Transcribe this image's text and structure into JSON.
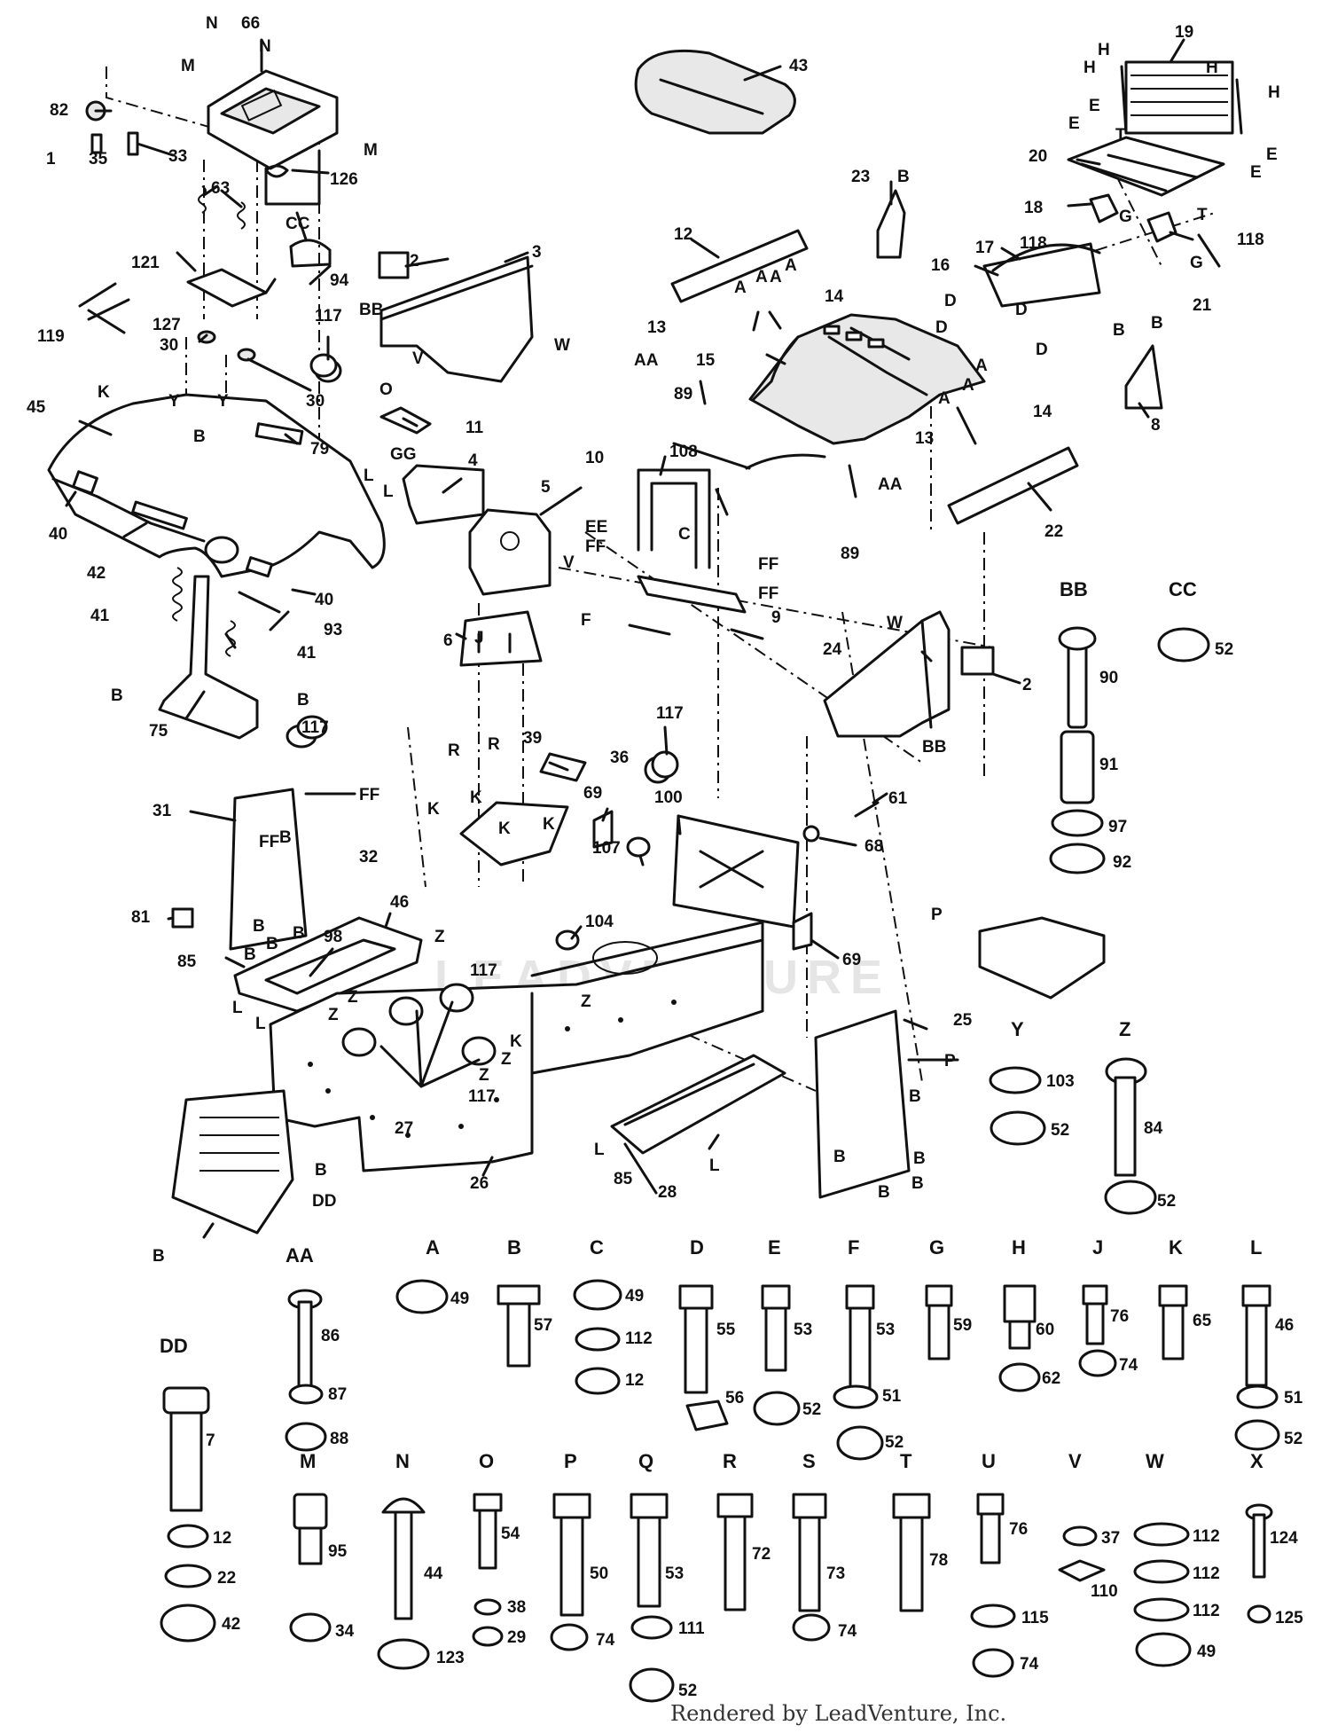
{
  "credit": "Rendered by LeadVenture, Inc.",
  "watermark": "LEADVENTURE",
  "callouts": [
    {
      "t": "N"
    },
    {
      "t": "66"
    },
    {
      "t": "N"
    },
    {
      "t": "M"
    },
    {
      "t": "82"
    },
    {
      "t": "1"
    },
    {
      "t": "35"
    },
    {
      "t": "33"
    },
    {
      "t": "M"
    },
    {
      "t": "126"
    },
    {
      "t": "63"
    },
    {
      "t": "CC"
    },
    {
      "t": "121"
    },
    {
      "t": "94"
    },
    {
      "t": "119"
    },
    {
      "t": "127"
    },
    {
      "t": "117"
    },
    {
      "t": "30"
    },
    {
      "t": "30"
    },
    {
      "t": "2"
    },
    {
      "t": "3"
    },
    {
      "t": "BB"
    },
    {
      "t": "W"
    },
    {
      "t": "V"
    },
    {
      "t": "O"
    },
    {
      "t": "11"
    },
    {
      "t": "GG"
    },
    {
      "t": "4"
    },
    {
      "t": "45"
    },
    {
      "t": "K"
    },
    {
      "t": "Y"
    },
    {
      "t": "Y"
    },
    {
      "t": "B"
    },
    {
      "t": "79"
    },
    {
      "t": "L"
    },
    {
      "t": "L"
    },
    {
      "t": "40"
    },
    {
      "t": "42"
    },
    {
      "t": "40"
    },
    {
      "t": "41"
    },
    {
      "t": "93"
    },
    {
      "t": "41"
    },
    {
      "t": "B"
    },
    {
      "t": "B"
    },
    {
      "t": "117"
    },
    {
      "t": "75"
    },
    {
      "t": "43"
    },
    {
      "t": "23"
    },
    {
      "t": "B"
    },
    {
      "t": "12"
    },
    {
      "t": "A"
    },
    {
      "t": "A"
    },
    {
      "t": "A"
    },
    {
      "t": "A"
    },
    {
      "t": "14"
    },
    {
      "t": "13"
    },
    {
      "t": "17"
    },
    {
      "t": "16"
    },
    {
      "t": "D"
    },
    {
      "t": "D"
    },
    {
      "t": "D"
    },
    {
      "t": "D"
    },
    {
      "t": "AA"
    },
    {
      "t": "89"
    },
    {
      "t": "15"
    },
    {
      "t": "A"
    },
    {
      "t": "A"
    },
    {
      "t": "A"
    },
    {
      "t": "14"
    },
    {
      "t": "13"
    },
    {
      "t": "108"
    },
    {
      "t": "AA"
    },
    {
      "t": "89"
    },
    {
      "t": "22"
    },
    {
      "t": "19"
    },
    {
      "t": "H"
    },
    {
      "t": "H"
    },
    {
      "t": "H"
    },
    {
      "t": "H"
    },
    {
      "t": "E"
    },
    {
      "t": "E"
    },
    {
      "t": "T"
    },
    {
      "t": "E"
    },
    {
      "t": "E"
    },
    {
      "t": "20"
    },
    {
      "t": "18"
    },
    {
      "t": "G"
    },
    {
      "t": "T"
    },
    {
      "t": "118"
    },
    {
      "t": "118"
    },
    {
      "t": "G"
    },
    {
      "t": "21"
    },
    {
      "t": "B"
    },
    {
      "t": "B"
    },
    {
      "t": "8"
    },
    {
      "t": "10"
    },
    {
      "t": "5"
    },
    {
      "t": "C"
    },
    {
      "t": "EE"
    },
    {
      "t": "FF"
    },
    {
      "t": "V"
    },
    {
      "t": "FF"
    },
    {
      "t": "FF"
    },
    {
      "t": "9"
    },
    {
      "t": "F"
    },
    {
      "t": "6"
    },
    {
      "t": "J"
    },
    {
      "t": "W"
    },
    {
      "t": "24"
    },
    {
      "t": "2"
    },
    {
      "t": "BB"
    },
    {
      "t": "R"
    },
    {
      "t": "R"
    },
    {
      "t": "39"
    },
    {
      "t": "36"
    },
    {
      "t": "117"
    },
    {
      "t": "K"
    },
    {
      "t": "K"
    },
    {
      "t": "K"
    },
    {
      "t": "K"
    },
    {
      "t": "69"
    },
    {
      "t": "100"
    },
    {
      "t": "61"
    },
    {
      "t": "68"
    },
    {
      "t": "107"
    },
    {
      "t": "104"
    },
    {
      "t": "69"
    },
    {
      "t": "31"
    },
    {
      "t": "FF"
    },
    {
      "t": "FF"
    },
    {
      "t": "B"
    },
    {
      "t": "32"
    },
    {
      "t": "46"
    },
    {
      "t": "81"
    },
    {
      "t": "98"
    },
    {
      "t": "B"
    },
    {
      "t": "B"
    },
    {
      "t": "B"
    },
    {
      "t": "B"
    },
    {
      "t": "85"
    },
    {
      "t": "Z"
    },
    {
      "t": "117"
    },
    {
      "t": "L"
    },
    {
      "t": "L"
    },
    {
      "t": "Z"
    },
    {
      "t": "Z"
    },
    {
      "t": "Z"
    },
    {
      "t": "K"
    },
    {
      "t": "Z"
    },
    {
      "t": "Z"
    },
    {
      "t": "117"
    },
    {
      "t": "27"
    },
    {
      "t": "26"
    },
    {
      "t": "L"
    },
    {
      "t": "L"
    },
    {
      "t": "85"
    },
    {
      "t": "28"
    },
    {
      "t": "B"
    },
    {
      "t": "B"
    },
    {
      "t": "DD"
    },
    {
      "t": "P"
    },
    {
      "t": "25"
    },
    {
      "t": "P"
    },
    {
      "t": "B"
    },
    {
      "t": "B"
    },
    {
      "t": "B"
    },
    {
      "t": "B"
    },
    {
      "t": "B"
    }
  ],
  "hardware_groups": [
    {
      "letter": "BB",
      "parts": [
        "90",
        "91",
        "97",
        "92"
      ]
    },
    {
      "letter": "CC",
      "parts": [
        "52"
      ]
    },
    {
      "letter": "Y",
      "parts": [
        "103",
        "52"
      ]
    },
    {
      "letter": "Z",
      "parts": [
        "84",
        "52"
      ]
    },
    {
      "letter": "AA",
      "parts": [
        "86",
        "87",
        "88"
      ]
    },
    {
      "letter": "DD",
      "parts": [
        "7",
        "12",
        "22",
        "42"
      ]
    },
    {
      "letter": "A",
      "parts": [
        "49"
      ]
    },
    {
      "letter": "B",
      "parts": [
        "57"
      ]
    },
    {
      "letter": "C",
      "parts": [
        "49",
        "112",
        "12"
      ]
    },
    {
      "letter": "D",
      "parts": [
        "55",
        "56",
        "52"
      ]
    },
    {
      "letter": "E",
      "parts": [
        "53",
        "51",
        "52"
      ]
    },
    {
      "letter": "F",
      "parts": [
        "53"
      ]
    },
    {
      "letter": "G",
      "parts": [
        "59"
      ]
    },
    {
      "letter": "H",
      "parts": [
        "60",
        "62"
      ]
    },
    {
      "letter": "J",
      "parts": [
        "76",
        "74"
      ]
    },
    {
      "letter": "K",
      "parts": [
        "65"
      ]
    },
    {
      "letter": "L",
      "parts": [
        "46",
        "51",
        "52"
      ]
    },
    {
      "letter": "M",
      "parts": [
        "95",
        "34"
      ]
    },
    {
      "letter": "N",
      "parts": [
        "44",
        "123"
      ]
    },
    {
      "letter": "O",
      "parts": [
        "54",
        "38",
        "29"
      ]
    },
    {
      "letter": "P",
      "parts": [
        "50",
        "74"
      ]
    },
    {
      "letter": "Q",
      "parts": [
        "53",
        "111",
        "52"
      ]
    },
    {
      "letter": "R",
      "parts": [
        "72"
      ]
    },
    {
      "letter": "S",
      "parts": [
        "73",
        "74"
      ]
    },
    {
      "letter": "T",
      "parts": [
        "78"
      ]
    },
    {
      "letter": "U",
      "parts": [
        "76",
        "115",
        "74"
      ]
    },
    {
      "letter": "V",
      "parts": [
        "37",
        "110"
      ]
    },
    {
      "letter": "W",
      "parts": [
        "112",
        "112",
        "112",
        "49"
      ]
    },
    {
      "letter": "X",
      "parts": [
        "124",
        "125"
      ]
    }
  ]
}
